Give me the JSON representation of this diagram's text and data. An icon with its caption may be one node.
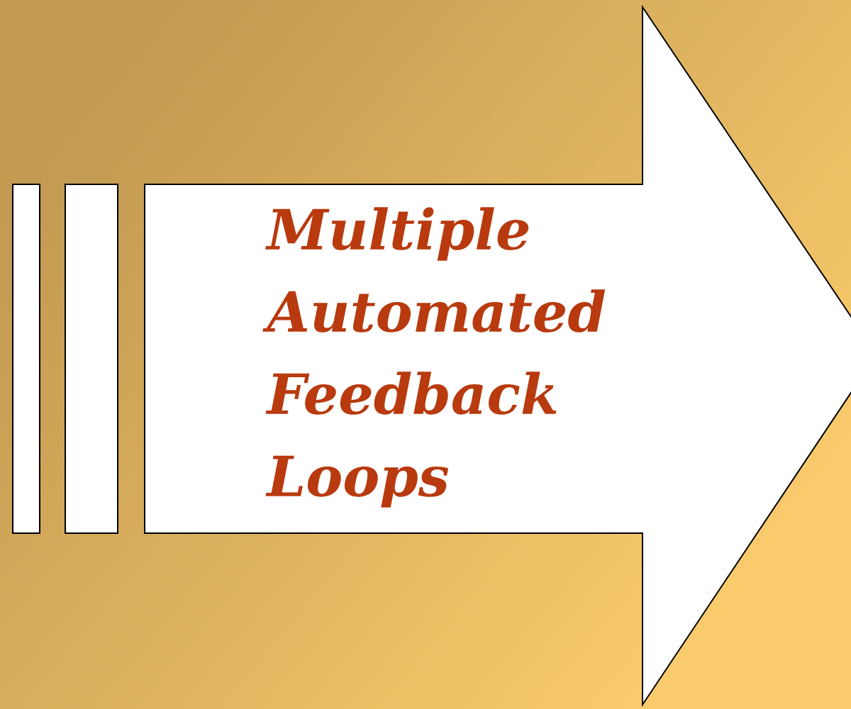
{
  "diagram": {
    "nodes": [
      {
        "text": [
          "Multiple Automated Feedback Loops"
        ]
      },
      {
        "text": [],
        "shape": "bar"
      },
      {
        "text": [],
        "shape": "bar"
      }
    ]
  }
}
